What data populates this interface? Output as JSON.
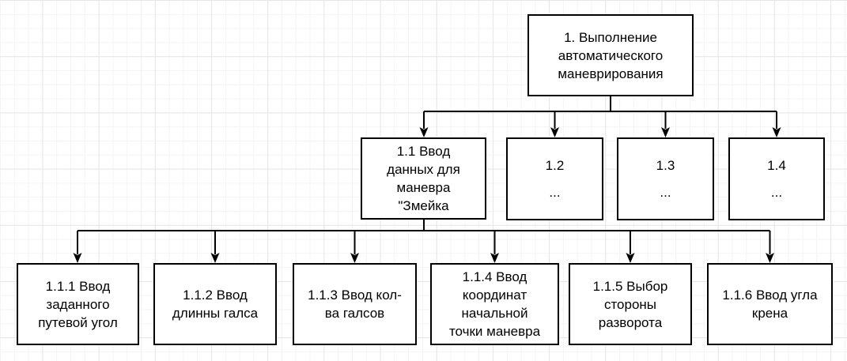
{
  "diagram": {
    "kind": "hierarchy-tree",
    "colors": {
      "node_fill": "#ffffff",
      "node_border": "#000000",
      "connector": "#000000",
      "grid_major": "#e6e6e6",
      "grid_minor": "#f4f4f4"
    },
    "root": {
      "id": "1",
      "label": "1. Выполнение\nавтоматического\nманеврирования",
      "children": [
        {
          "id": "1.1",
          "label": "1.1 Ввод\nданных для\nманевра\n\"Змейка",
          "children": [
            {
              "id": "1.1.1",
              "label": "1.1.1 Ввод\nзаданного\nпутевой угол"
            },
            {
              "id": "1.1.2",
              "label": "1.1.2 Ввод\nдлинны галса"
            },
            {
              "id": "1.1.3",
              "label": "1.1.3 Ввод кол-\nва галсов"
            },
            {
              "id": "1.1.4",
              "label": "1.1.4 Ввод\nкоординат\nначальной\nточки маневра"
            },
            {
              "id": "1.1.5",
              "label": "1.1.5 Выбор\nстороны\nразворота"
            },
            {
              "id": "1.1.6",
              "label": "1.1.6 Ввод угла\nкрена"
            }
          ]
        },
        {
          "id": "1.2",
          "label": "1.2\n..."
        },
        {
          "id": "1.3",
          "label": "1.3\n..."
        },
        {
          "id": "1.4",
          "label": "1.4\n..."
        }
      ]
    }
  }
}
